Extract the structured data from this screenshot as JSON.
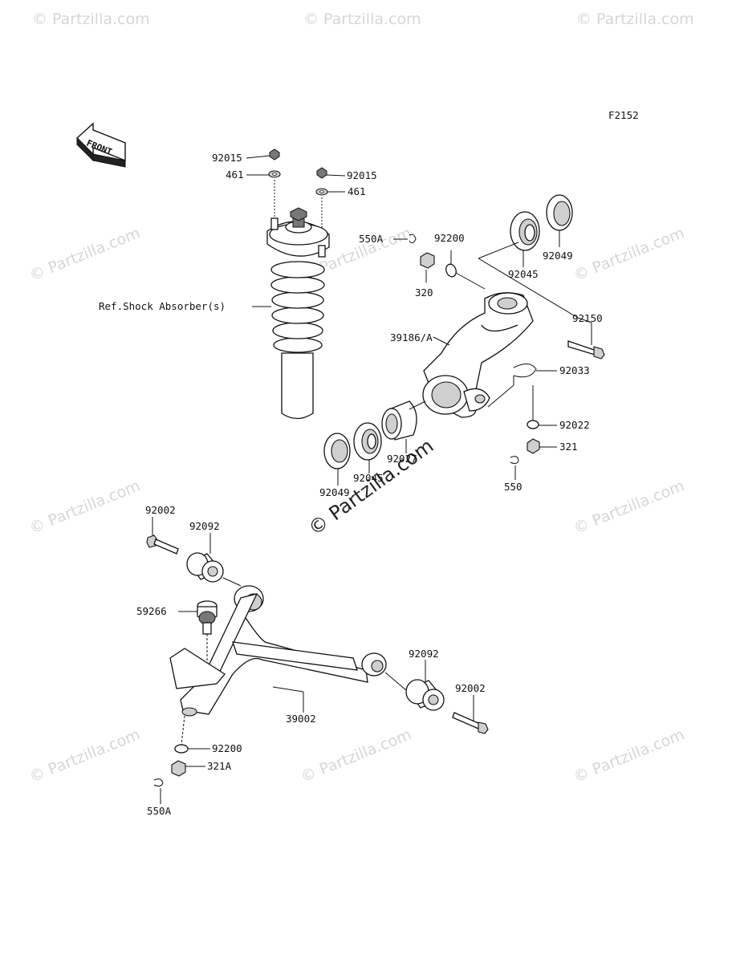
{
  "diagram_id": "F2152",
  "front_label": "FRONT",
  "watermark": "© Partzilla.com",
  "labels": {
    "l_92015_a": "92015",
    "l_461_a": "461",
    "l_92015_b": "92015",
    "l_461_b": "461",
    "l_550A_top": "550A",
    "l_92200_top": "92200",
    "l_320": "320",
    "l_92045_top": "92045",
    "l_92049_top": "92049",
    "l_ref_shock": "Ref.Shock Absorber(s)",
    "l_92150": "92150",
    "l_39186A": "39186/A",
    "l_92033": "92033",
    "l_92022": "92022",
    "l_321": "321",
    "l_550": "550",
    "l_92027": "92027",
    "l_92045_bot": "92045",
    "l_92049_bot": "92049",
    "l_92002_top": "92002",
    "l_92092_top": "92092",
    "l_59266": "59266",
    "l_92092_bot": "92092",
    "l_92002_bot": "92002",
    "l_39002": "39002",
    "l_92200_bot": "92200",
    "l_321A": "321A",
    "l_550A_bot": "550A"
  }
}
